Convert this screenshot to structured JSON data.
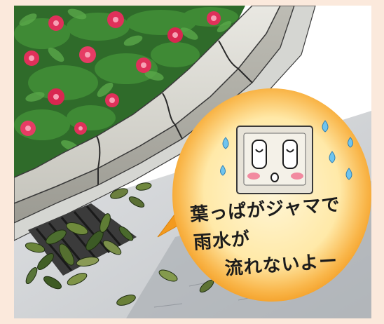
{
  "speech": {
    "line1": "葉っぱがジャマで",
    "line2": "雨水が",
    "line3": "流れないよー"
  },
  "colors": {
    "background": "#fbe9dc",
    "panel": "#ffffff",
    "bubble_fill": "#f7a12a",
    "bubble_inner": "#fff3cf",
    "foliage": "#2f6b2a",
    "flower": "#e0305a",
    "curb": "#b9b8b0",
    "asphalt": "#9aa0a6"
  },
  "icons": [
    "azalea-flower-icon",
    "leaf-icon",
    "drain-grate-icon",
    "teardrop-icon",
    "crying-face-icon"
  ]
}
